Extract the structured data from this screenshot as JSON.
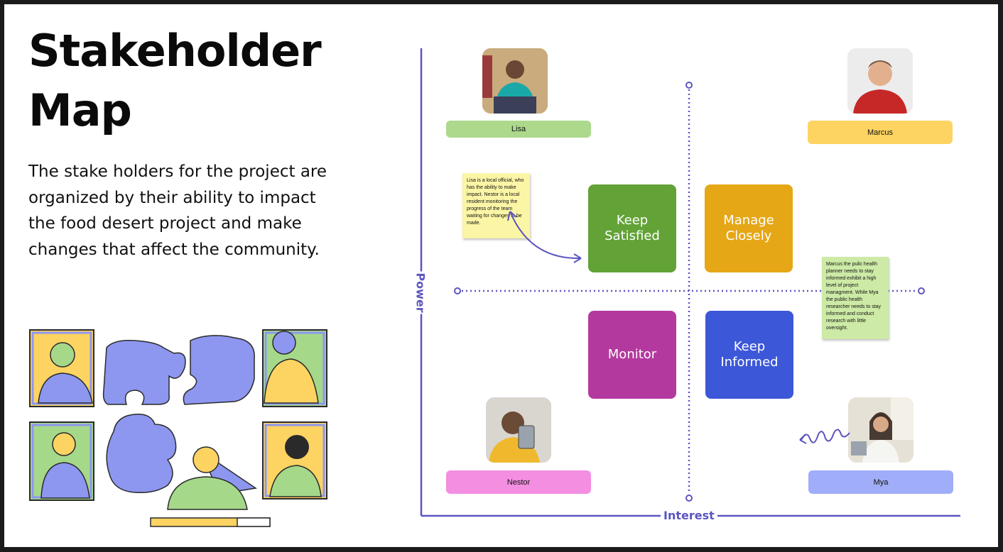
{
  "title_lines": [
    "Stakeholder",
    "Map"
  ],
  "description": "The stake holders for the project are organized by their ability to impact the food desert project and make changes that affect the community.",
  "axes": {
    "y_label": "Power",
    "x_label": "Interest"
  },
  "quadrants": {
    "keep_satisfied": "Keep Satisfied",
    "manage_closely": "Manage Closely",
    "monitor": "Monitor",
    "keep_informed": "Keep Informed"
  },
  "stakeholders": {
    "lisa": "Lisa",
    "marcus": "Marcus",
    "nestor": "Nestor",
    "mya": "Mya"
  },
  "notes": {
    "lisa_nestor": "Lisa is a local official, who has the ability to make impact. Nestor is a local resident monitoring the progress of the team waiting for changes to be made.",
    "marcus_mya": "Marcus the pulic health planner needs to stay informed exhibit a high level of project managment. While Mya the public health researcher needs to stay informed and conduct research with little oversight."
  },
  "colors": {
    "accent": "#5b55c0",
    "keep_satisfied": "#62a236",
    "manage_closely": "#e6a716",
    "monitor": "#b4399f",
    "keep_informed": "#3c57d8",
    "tag_lisa": "#acd98c",
    "tag_marcus": "#fdd362",
    "tag_nestor": "#f38ee1",
    "tag_mya": "#a0adf8",
    "note_yellow": "#fbf5a6",
    "note_green": "#cdeaa6"
  },
  "icons": [
    "puzzle-team-illustration",
    "portrait-lisa",
    "portrait-marcus",
    "portrait-nestor",
    "portrait-mya",
    "curved-arrow-icon",
    "squiggle-arrow-icon"
  ]
}
